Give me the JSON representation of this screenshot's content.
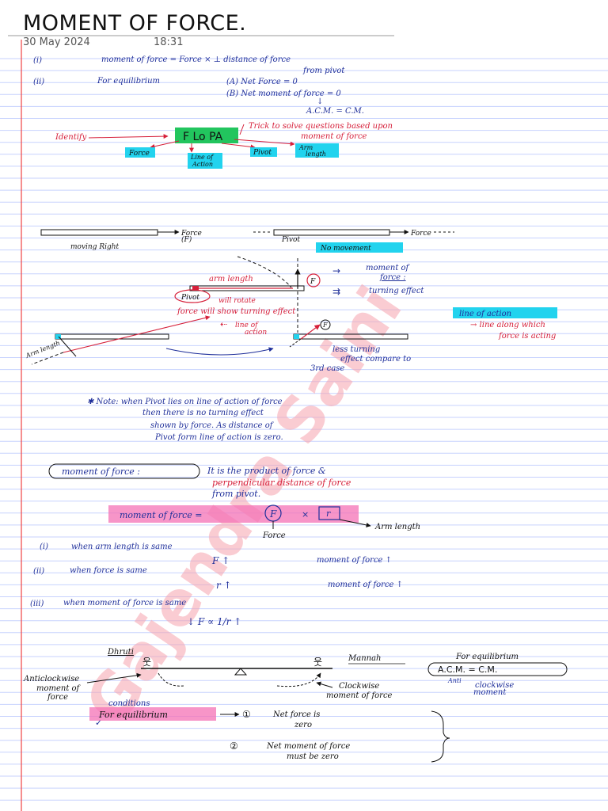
{
  "header": {
    "title": "MOMENT OF FORCE.",
    "date": "30 May 2024",
    "time": "18:31"
  },
  "watermark": "Gajendra Saini",
  "colors": {
    "ink_blue": "#1f2f9a",
    "ink_red": "#d6203a",
    "cyan_highlight": "#22d3ee",
    "green_highlight": "#22c55e",
    "pink_highlight": "#f472b6",
    "rule_line": "#c7d2fe",
    "margin_line": "#ef4444",
    "watermark": "#f5a3ad"
  },
  "notes": {
    "l1_num": "(i)",
    "l1_text": "moment of force  =   Force ×  ⊥ distance of force",
    "l1_cont": "from pivot",
    "l2_num": "(ii)",
    "l2_text": "For equilibrium",
    "l2_a": "(A)    Net Force = 0",
    "l2_b": "(B)    Net moment of force = 0",
    "l2_arrow": "↓",
    "l2_c": "A.C.M.  =  C.M.",
    "identify": "Identify",
    "flopa": "F Lo PA",
    "trick1": "Trick to solve questions based upon",
    "trick2": "moment of force",
    "branch_force": "Force",
    "branch_loa1": "Line of",
    "branch_loa2": "Action",
    "branch_pivot": "Pivot",
    "branch_arm1": "Arm",
    "branch_arm2": "length",
    "force_label": "Force",
    "f_label": "(F)",
    "moving_right": "moving Right",
    "force_label2": "Force",
    "pivot_label": "Pivot",
    "no_movement": "No movement",
    "arm_length": "arm length",
    "f_circle": "F",
    "pivot_circle": "Pivot",
    "will_rotate": "will rotate",
    "moment_of1": "moment of",
    "moment_of2": "force :",
    "turning_effect": "turning effect",
    "force_will_show": "force will show turning effect",
    "line_of_action_box": "line of action",
    "loa_def1": "→ line along which",
    "loa_def2": "force is acting",
    "arm_length_2": "Arm length",
    "line_of_action_red1": "line of",
    "line_of_action_red2": "action",
    "less_turning1": "less turning",
    "less_turning2": "effect compare to",
    "less_turning3": "3rd case",
    "note1": "✱ Note:  when Pivot lies on line of action of force",
    "note2": "then there is no turning effect",
    "note3": "shown by force. As distance of",
    "note4": "Pivot form line of action is zero.",
    "mof_def_label": "moment of force :",
    "mof_def1": "It is the product of force &",
    "mof_def2": "perpendicular distance of force",
    "mof_def3": "from pivot.",
    "formula_label": "moment of force =",
    "formula_f": "F",
    "formula_x": "×",
    "formula_r": "r",
    "formula_force": "Force",
    "formula_arm": "Arm length",
    "case1_num": "(i)",
    "case1": "when arm length is same",
    "case1_f": "F ↑",
    "case1_m": "moment of force ↑",
    "case2_num": "(ii)",
    "case2": "when force is same",
    "case2_r": "r ↑",
    "case2_m": "moment of force ↑",
    "case3_num": "(iii)",
    "case3": "when moment of force is same",
    "case3_rel": "↓ F  ∝  1/r ↑",
    "anti1": "Anticlockwise",
    "anti2": "moment of",
    "anti3": "force",
    "left_name": "Dhruti",
    "right_name": "Mannah",
    "clock1": "Clockwise",
    "clock2": "moment of force",
    "for_eq_small": "For equilibrium",
    "acm_cm": "A.C.M.  =  C.M.",
    "acm_sub": "Anti",
    "cm_sub1": "clockwise",
    "cm_sub2": "moment",
    "conditions": "conditions",
    "for_eq_box": "For equilibrium",
    "cond1_num": "①",
    "cond1a": "Net force is",
    "cond1b": "zero",
    "cond2_num": "②",
    "cond2a": "Net moment of force",
    "cond2b": "must be zero"
  }
}
